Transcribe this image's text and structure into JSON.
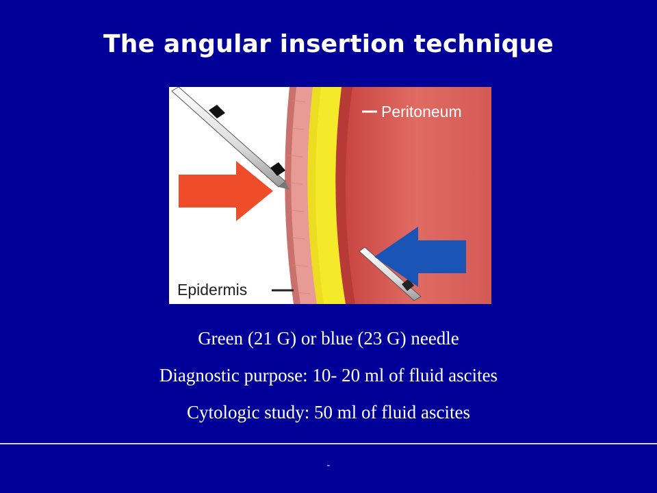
{
  "slide": {
    "title": "The angular insertion technique",
    "figure": {
      "label_peritoneum": "Peritoneum",
      "label_epidermis": "Epidermis",
      "colors": {
        "red_arrow": "#ef4d2a",
        "blue_arrow": "#1a55b5",
        "fat_layer": "#f4ea2a",
        "muscle": "#d9605b"
      }
    },
    "bullets": [
      "Green (21 G) or blue (23 G) needle",
      "Diagnostic purpose: 10- 20 ml of fluid ascites",
      "Cytologic study: 50 ml of fluid ascites"
    ],
    "footer_text": "-",
    "colors": {
      "background": "#000099",
      "text": "#ffffff"
    }
  }
}
